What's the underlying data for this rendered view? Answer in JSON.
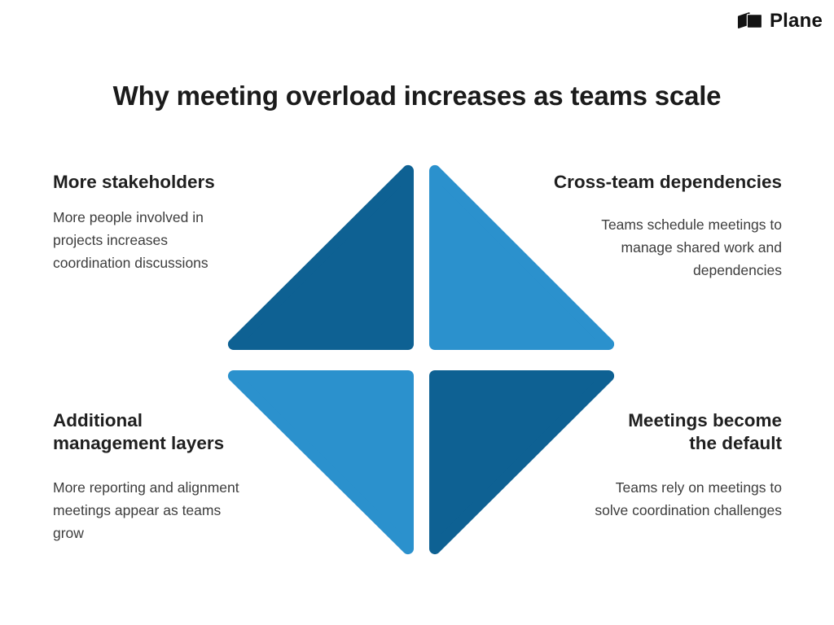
{
  "logo": {
    "brand": "Plane",
    "icon": "plane-logo-icon",
    "color": "#131313"
  },
  "title": "Why meeting overload increases as teams scale",
  "colors": {
    "background": "#ffffff",
    "title_text": "#1b1b1b",
    "heading_text": "#1f1f1f",
    "body_text": "#3d3d3d",
    "dark_blue": "#0e6193",
    "light_blue": "#2b91cd"
  },
  "quadrants": {
    "top_left": {
      "heading_lines": [
        "More stakeholders"
      ],
      "body_lines": [
        "More people involved in",
        "projects increases",
        "coordination discussions"
      ],
      "triangle_color": "#0e6193"
    },
    "top_right": {
      "heading_lines": [
        "Cross-team dependencies"
      ],
      "body_lines": [
        "Teams schedule meetings to",
        "manage shared work and",
        "dependencies"
      ],
      "triangle_color": "#2b91cd"
    },
    "bottom_left": {
      "heading_lines": [
        "Additional",
        "management layers"
      ],
      "body_lines": [
        "More reporting and alignment",
        "meetings appear as teams",
        "grow"
      ],
      "triangle_color": "#2b91cd"
    },
    "bottom_right": {
      "heading_lines": [
        "Meetings become",
        "the default"
      ],
      "body_lines": [
        "Teams rely on meetings to",
        "solve coordination challenges"
      ],
      "triangle_color": "#0e6193"
    }
  }
}
